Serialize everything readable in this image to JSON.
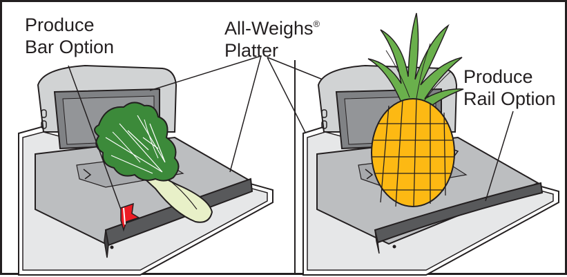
{
  "labels": {
    "produce_bar": {
      "line1": "Produce",
      "line2": "Bar Option"
    },
    "all_weighs": {
      "line1": "All-Weighs",
      "registered_mark": "®",
      "line2": "Platter"
    },
    "produce_rail": {
      "line1": "Produce",
      "line2": "Rail Option"
    }
  },
  "colors": {
    "outline": "#231f20",
    "platter": "#bcbec0",
    "scanner_body": "#d1d3d4",
    "window": "#808285",
    "rail_dark": "#58595b",
    "lettuce_leaf": "#3c8a3a",
    "lettuce_stem": "#e8f0c8",
    "pineapple_body": "#fdb913",
    "pineapple_leaves": "#6ab04c",
    "flag": "#ed1c24"
  },
  "icons": {
    "left_panel_produce": "bok-choy-lettuce",
    "right_panel_produce": "pineapple",
    "marker": "red-flag"
  }
}
